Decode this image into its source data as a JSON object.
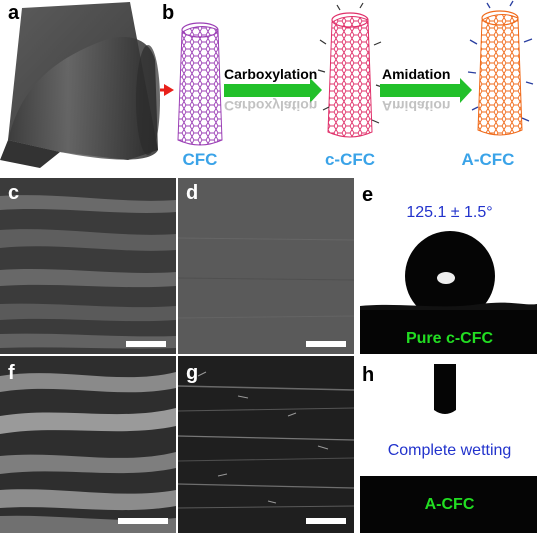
{
  "panels": {
    "a": "a",
    "b": "b",
    "c": "c",
    "d": "d",
    "e": "e",
    "f": "f",
    "g": "g",
    "h": "h"
  },
  "scheme": {
    "captions": {
      "cfc": "CFC",
      "ccfc": "c-CFC",
      "acfc": "A-CFC"
    },
    "steps": {
      "step1": "Carboxylation",
      "step2": "Amidation"
    },
    "colors": {
      "caption": "#3aa3e8",
      "cfc_tube": "#9b3fb5",
      "ccfc_tube": "#e0306a",
      "acfc_tube": "#f06a1a",
      "arrow_green": "#22c02a",
      "arrow_red": "#e8201a"
    }
  },
  "wetting": {
    "contact_angle": "125.1 ± 1.5°",
    "pure_label": "Pure c-CFC",
    "complete_wetting": "Complete wetting",
    "acfc_label": "A-CFC",
    "colors": {
      "green_text": "#22dd22",
      "blue_text": "#2233cc"
    }
  }
}
